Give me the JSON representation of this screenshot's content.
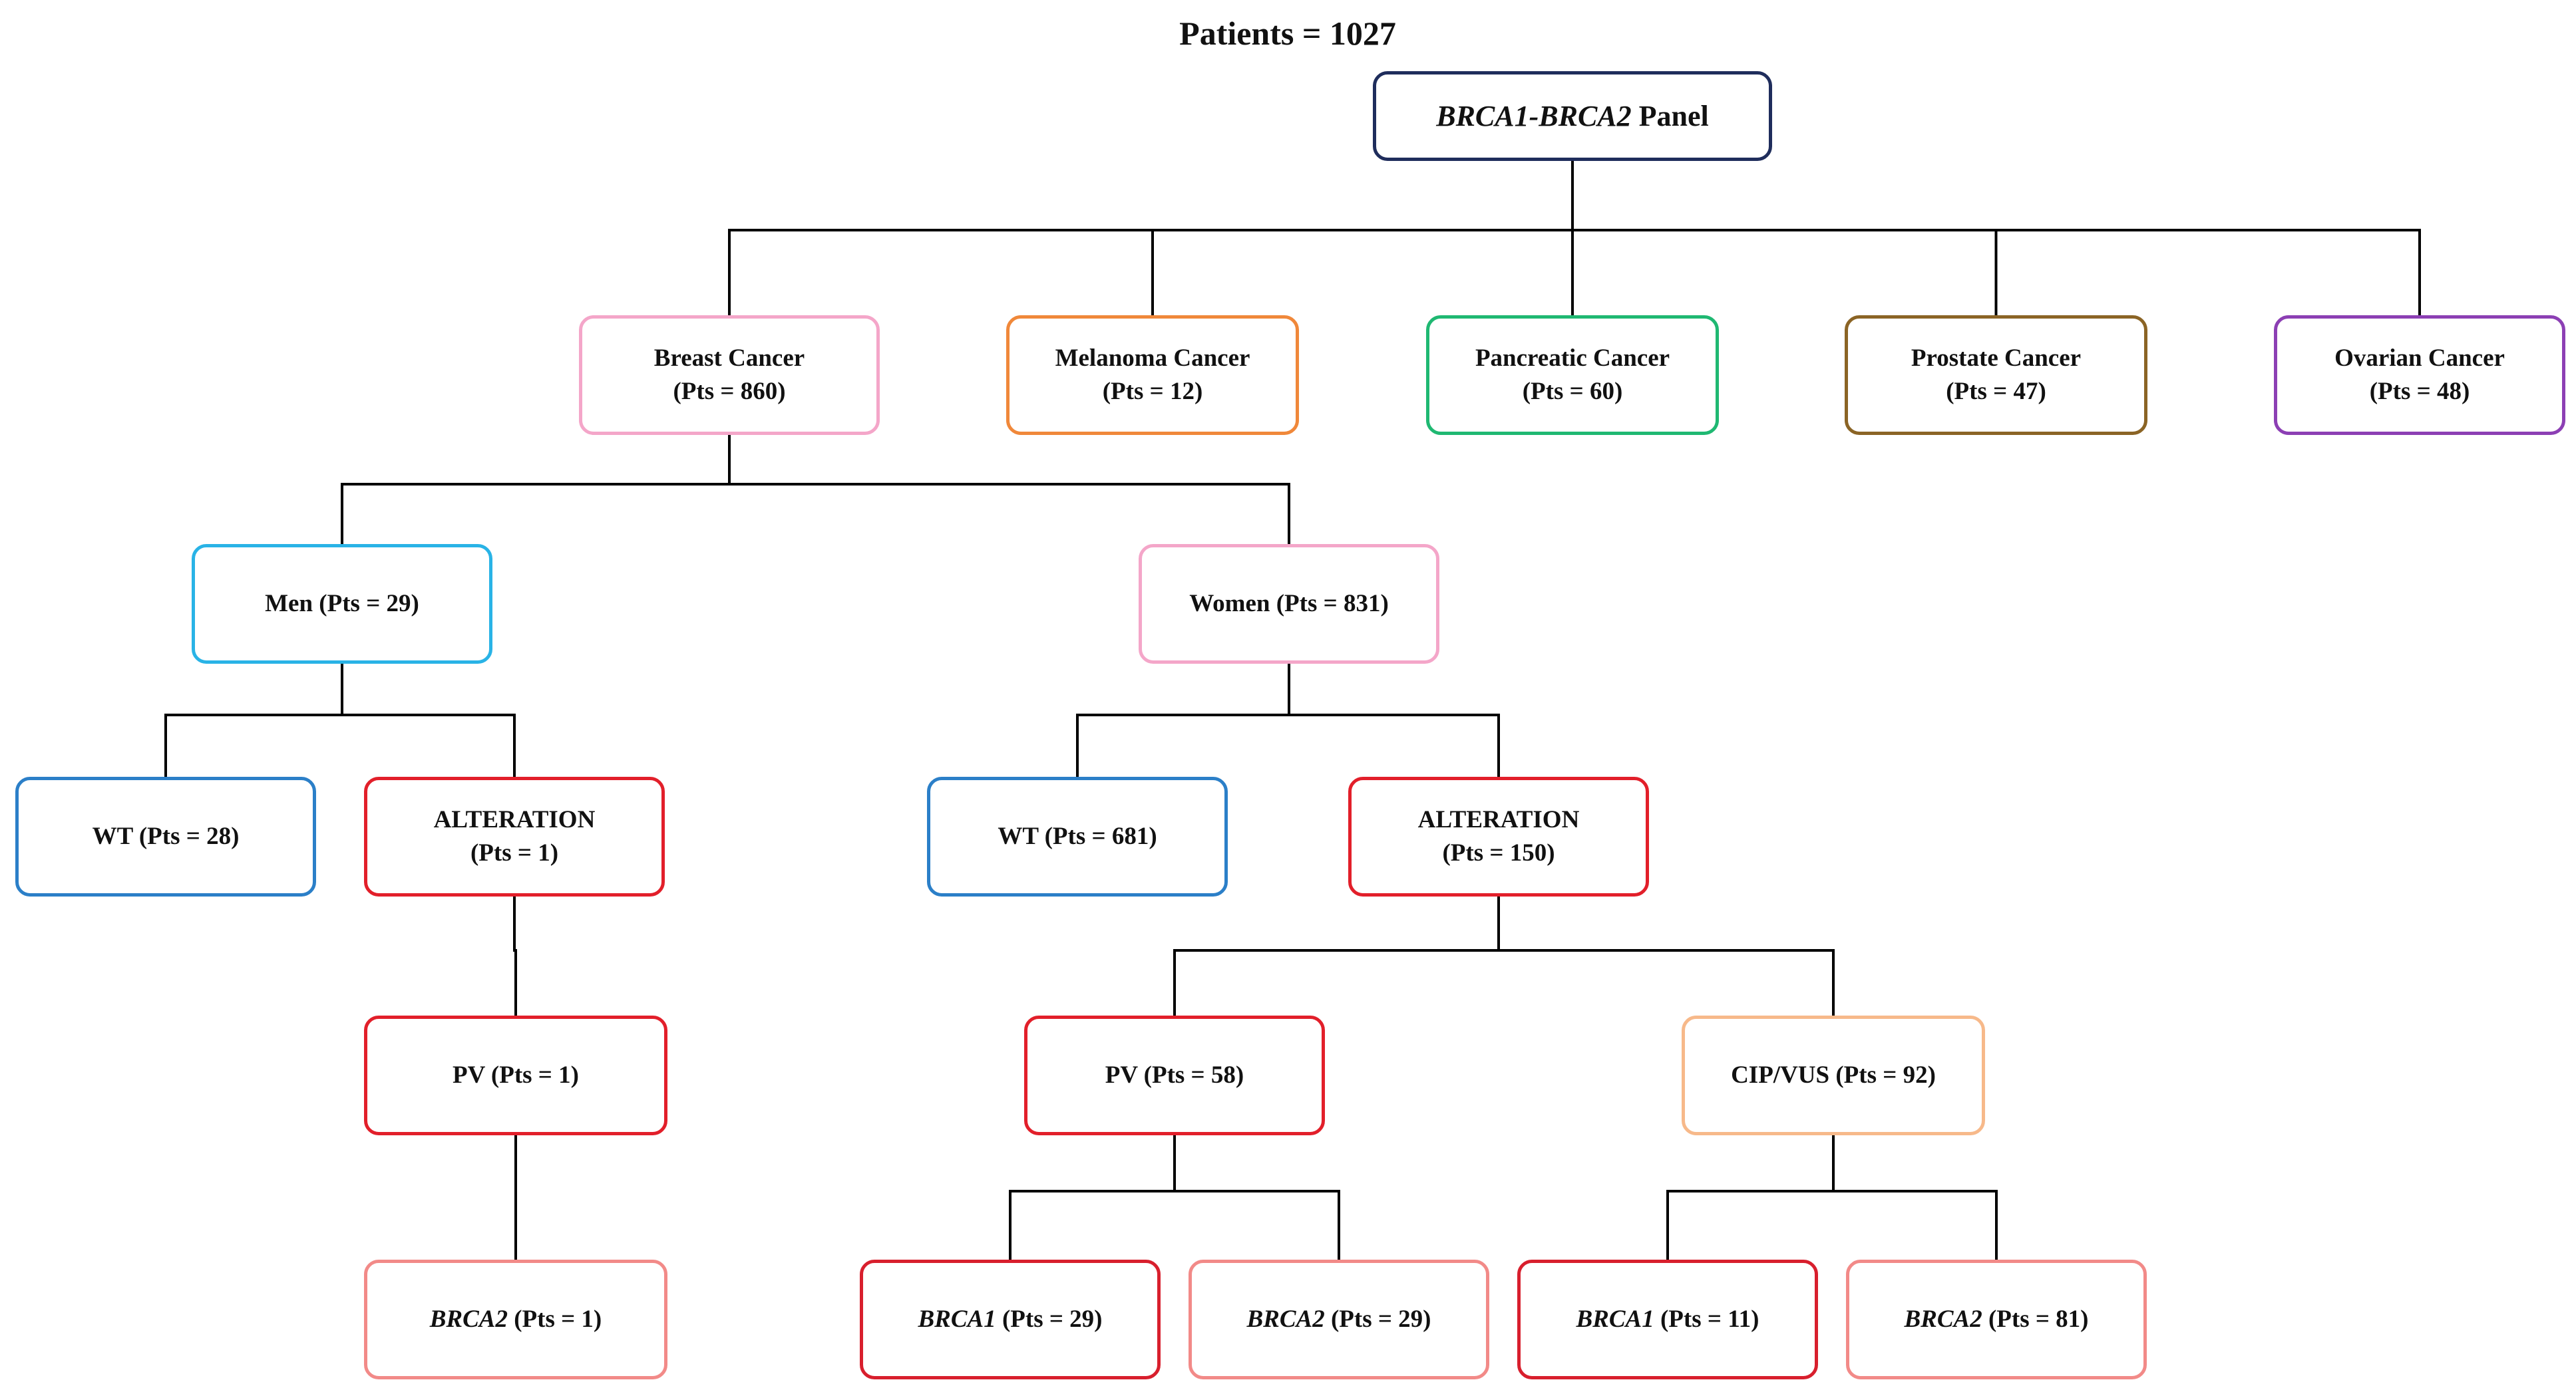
{
  "title": "Patients = 1027",
  "colors": {
    "root": "#1f2d5c",
    "breast": "#f4a6c9",
    "melanoma": "#f0883a",
    "pancreatic": "#1fb872",
    "prostate": "#8b6425",
    "ovarian": "#8c3fb4",
    "men": "#29b3e6",
    "women": "#f4a6c9",
    "wt": "#2b7fc8",
    "alteration": "#e21f2a",
    "pv": "#e21f2a",
    "cip_vus": "#f7b98a",
    "brca_light": "#f28a88",
    "brca_dark": "#d81f2d",
    "connector": "#000000"
  },
  "nodes": {
    "root": {
      "italic": "BRCA1-BRCA2",
      "text": " Panel"
    },
    "breast": {
      "line1": "Breast Cancer",
      "line2": "(Pts = 860)"
    },
    "melanoma": {
      "line1": "Melanoma Cancer",
      "line2": "(Pts = 12)"
    },
    "pancreatic": {
      "line1": "Pancreatic Cancer",
      "line2": "(Pts = 60)"
    },
    "prostate": {
      "line1": "Prostate Cancer",
      "line2": "(Pts = 47)"
    },
    "ovarian": {
      "line1": "Ovarian Cancer",
      "line2": "(Pts = 48)"
    },
    "men": {
      "line1": "Men (Pts = 29)"
    },
    "women": {
      "line1": "Women (Pts = 831)"
    },
    "men_wt": {
      "line1": "WT (Pts = 28)"
    },
    "men_alt": {
      "line1": "ALTERATION",
      "line2": "(Pts = 1)"
    },
    "women_wt": {
      "line1": "WT (Pts = 681)"
    },
    "women_alt": {
      "line1": "ALTERATION",
      "line2": "(Pts = 150)"
    },
    "men_pv": {
      "line1": "PV (Pts = 1)"
    },
    "women_pv": {
      "line1": "PV (Pts = 58)"
    },
    "women_cip": {
      "line1": "CIP/VUS (Pts = 92)"
    },
    "men_brca2": {
      "italic": "BRCA2",
      "text": " (Pts = 1)"
    },
    "pv_brca1": {
      "italic": "BRCA1",
      "text": " (Pts = 29)"
    },
    "pv_brca2": {
      "italic": "BRCA2",
      "text": " (Pts = 29)"
    },
    "cip_brca1": {
      "italic": "BRCA1",
      "text": " (Pts = 11)"
    },
    "cip_brca2": {
      "italic": "BRCA2",
      "text": " (Pts = 81)"
    }
  },
  "edges": [
    [
      "root",
      "breast"
    ],
    [
      "root",
      "melanoma"
    ],
    [
      "root",
      "pancreatic"
    ],
    [
      "root",
      "prostate"
    ],
    [
      "root",
      "ovarian"
    ],
    [
      "breast",
      "men"
    ],
    [
      "breast",
      "women"
    ],
    [
      "men",
      "men_wt"
    ],
    [
      "men",
      "men_alt"
    ],
    [
      "women",
      "women_wt"
    ],
    [
      "women",
      "women_alt"
    ],
    [
      "men_alt",
      "men_pv"
    ],
    [
      "women_alt",
      "women_pv"
    ],
    [
      "women_alt",
      "women_cip"
    ],
    [
      "men_pv",
      "men_brca2"
    ],
    [
      "women_pv",
      "pv_brca1"
    ],
    [
      "women_pv",
      "pv_brca2"
    ],
    [
      "women_cip",
      "cip_brca1"
    ],
    [
      "women_cip",
      "cip_brca2"
    ]
  ]
}
